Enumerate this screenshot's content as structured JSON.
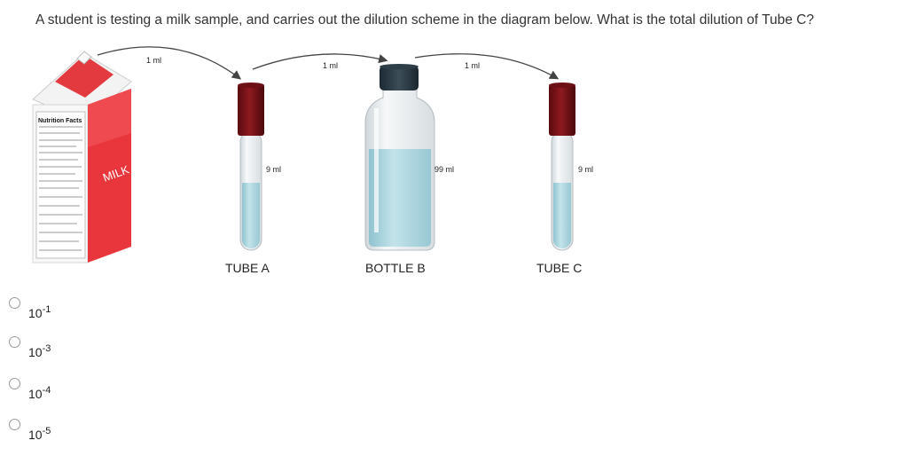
{
  "question": {
    "text": "A student is testing a milk sample, and carries out the dilution scheme in the diagram below. What is the total dilution of Tube C?"
  },
  "diagram": {
    "transfers": [
      "1 ml",
      "1 ml",
      "1 ml"
    ],
    "carton": {
      "panel_title": "Nutrition Facts",
      "brand": "MILK"
    },
    "containers": [
      {
        "label": "TUBE A",
        "volume": "9 ml"
      },
      {
        "label": "BOTTLE B",
        "volume": "99 ml"
      },
      {
        "label": "TUBE C",
        "volume": "9 ml"
      }
    ]
  },
  "options": [
    {
      "base": "10",
      "exp": "-1"
    },
    {
      "base": "10",
      "exp": "-3"
    },
    {
      "base": "10",
      "exp": "-4"
    },
    {
      "base": "10",
      "exp": "-5"
    }
  ]
}
